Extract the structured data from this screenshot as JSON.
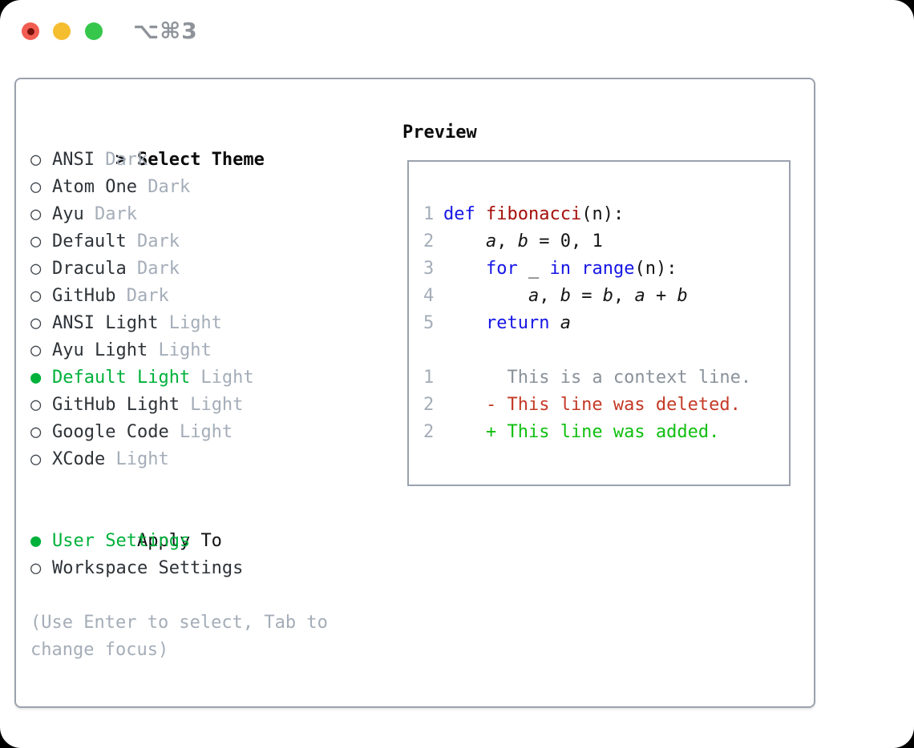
{
  "window": {
    "title": "⌥⌘3",
    "traffic_lights": [
      "close-icon",
      "minimize-icon",
      "zoom-icon"
    ]
  },
  "left": {
    "header": {
      "prefix": ">",
      "label": "Select Theme"
    },
    "themes": [
      {
        "label": "ANSI",
        "variant": "Dark",
        "selected": false
      },
      {
        "label": "Atom One",
        "variant": "Dark",
        "selected": false
      },
      {
        "label": "Ayu",
        "variant": "Dark",
        "selected": false
      },
      {
        "label": "Default",
        "variant": "Dark",
        "selected": false
      },
      {
        "label": "Dracula",
        "variant": "Dark",
        "selected": false
      },
      {
        "label": "GitHub",
        "variant": "Dark",
        "selected": false
      },
      {
        "label": "ANSI Light",
        "variant": "Light",
        "selected": false
      },
      {
        "label": "Ayu Light",
        "variant": "Light",
        "selected": false
      },
      {
        "label": "Default Light",
        "variant": "Light",
        "selected": true
      },
      {
        "label": "GitHub Light",
        "variant": "Light",
        "selected": false
      },
      {
        "label": "Google Code",
        "variant": "Light",
        "selected": false
      },
      {
        "label": "XCode",
        "variant": "Light",
        "selected": false
      }
    ],
    "apply_to": {
      "header": "Apply To",
      "options": [
        {
          "label": "User Settings",
          "selected": true
        },
        {
          "label": "Workspace Settings",
          "selected": false
        }
      ]
    },
    "hint": "(Use Enter to select, Tab to change focus)"
  },
  "preview": {
    "header": "Preview",
    "code_lines": [
      {
        "num": "1",
        "tokens": [
          {
            "text": "def",
            "style": "kw"
          },
          {
            "text": " "
          },
          {
            "text": "fibonacci",
            "style": "fn"
          },
          {
            "text": "(n):"
          }
        ]
      },
      {
        "num": "2",
        "tokens": [
          {
            "text": "    "
          },
          {
            "text": "a",
            "style": "var"
          },
          {
            "text": ", "
          },
          {
            "text": "b",
            "style": "var"
          },
          {
            "text": " = 0, 1"
          }
        ]
      },
      {
        "num": "3",
        "tokens": [
          {
            "text": "    "
          },
          {
            "text": "for",
            "style": "kw"
          },
          {
            "text": " _ "
          },
          {
            "text": "in",
            "style": "kw"
          },
          {
            "text": " "
          },
          {
            "text": "range",
            "style": "kw"
          },
          {
            "text": "(n):"
          }
        ]
      },
      {
        "num": "4",
        "tokens": [
          {
            "text": "        "
          },
          {
            "text": "a",
            "style": "var"
          },
          {
            "text": ", "
          },
          {
            "text": "b",
            "style": "var"
          },
          {
            "text": " = "
          },
          {
            "text": "b",
            "style": "var"
          },
          {
            "text": ", "
          },
          {
            "text": "a",
            "style": "var"
          },
          {
            "text": " + "
          },
          {
            "text": "b",
            "style": "var"
          }
        ]
      },
      {
        "num": "5",
        "tokens": [
          {
            "text": "    "
          },
          {
            "text": "return",
            "style": "kw"
          },
          {
            "text": " "
          },
          {
            "text": "a",
            "style": "var"
          }
        ]
      }
    ],
    "diff_lines": [
      {
        "num": "1",
        "kind": "context",
        "text": "      This is a context line."
      },
      {
        "num": "2",
        "kind": "deleted",
        "text": "    - This line was deleted."
      },
      {
        "num": "2",
        "kind": "added",
        "text": "    + This line was added."
      }
    ]
  },
  "colors": {
    "green": "#00b13a",
    "kw_blue": "#1515e6",
    "fn_red": "#a50f0a",
    "del_red": "#c43a26",
    "add_green": "#10bf10",
    "ctx_gray": "#8a929b",
    "muted": "#a4adb8",
    "text": "#2e3338",
    "marker": "#3e444b",
    "border": "#9aa2ad",
    "title_gray": "#8e939a",
    "tl_red": "#f25d52",
    "tl_red_dot": "#76120c",
    "tl_yellow": "#f5bd30",
    "tl_green": "#35c64b"
  }
}
